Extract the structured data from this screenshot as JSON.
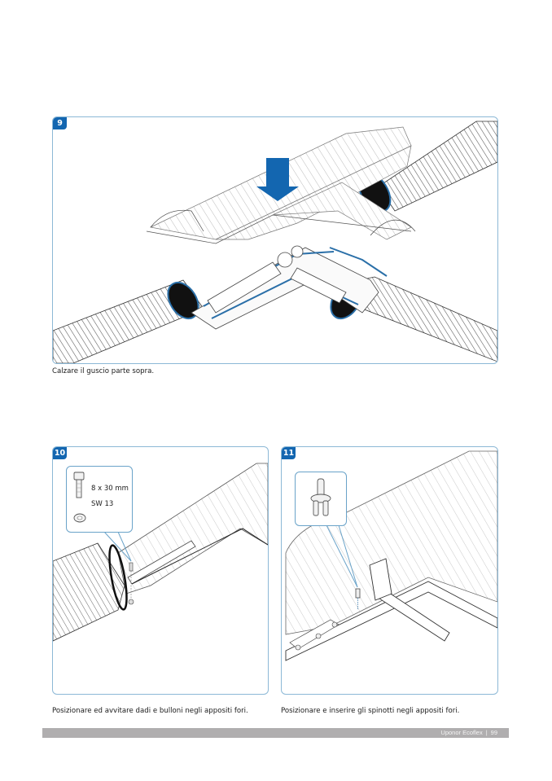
{
  "colors": {
    "accent": "#1366b0",
    "panel_border": "#8cb8d6",
    "footer_bar": "#b0aeaf",
    "gasket": "#111111",
    "seal_line": "#2a6fa8"
  },
  "steps": [
    {
      "number": "9",
      "caption": "Calzare il guscio parte sopra.",
      "illustration": "arrow-down-icon over upper T-shell half being placed on pipe T-junction"
    },
    {
      "number": "10",
      "caption": "Posizionare ed avvitare dadi e bulloni negli appositi fori.",
      "callout": {
        "line1": "8 x 30 mm",
        "line2": "SW 13"
      }
    },
    {
      "number": "11",
      "caption": "Posizionare e inserire gli spinotti negli appositi fori."
    }
  ],
  "footer": {
    "brand": "Uponor Ecoflex",
    "separator": "|",
    "page_number": "99"
  }
}
